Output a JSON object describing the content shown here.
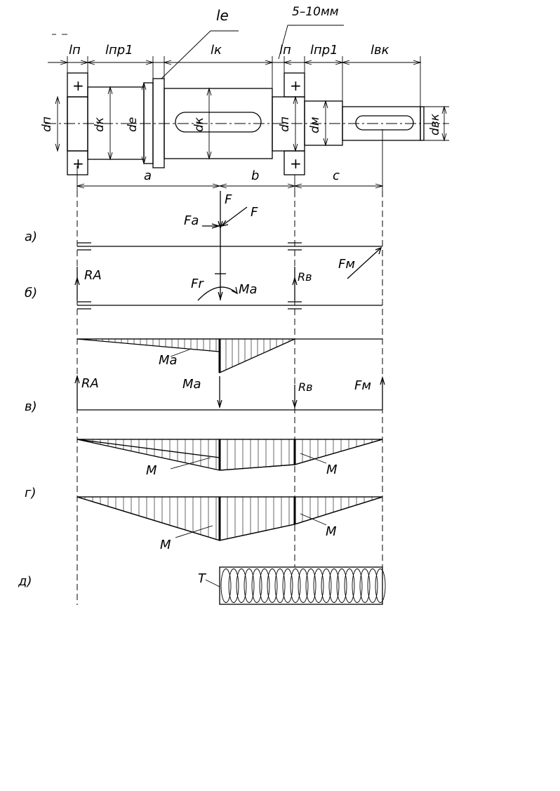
{
  "labels": {
    "l_p_left": "lп",
    "l_pr1_left": "lпр1",
    "l_e": "le",
    "l_k": "lк",
    "gap": "5–10мм",
    "l_p_right": "lп",
    "l_pr1_right": "lпр1",
    "l_vk": "lвк",
    "d_p_left": "dп",
    "d_k_left": "dк",
    "d_e": "dе",
    "d_k_mid": "dк",
    "d_p_right": "dп",
    "d_m": "dм",
    "d_vk": "dвк",
    "plus": "+",
    "span_a": "a",
    "span_b": "b",
    "span_c": "c"
  },
  "schemes": {
    "a": "а)",
    "b": "б)",
    "v": "в)",
    "g": "г)",
    "d": "д)"
  },
  "forces": {
    "F_top": "F",
    "F_side": "F",
    "Fa": "Fa",
    "Fm_a": "Fм",
    "RA_b": "RА",
    "Fr": "Fr",
    "Ma_b": "Ma",
    "RB_b": "Rв",
    "RA_v": "RА",
    "Ma_v": "Ma",
    "RB_v": "Rв",
    "Fm_v": "Fм"
  },
  "diagrams": {
    "Ma_label": "Ma",
    "M_v_left": "M",
    "M_v_right": "M",
    "M_g_left": "M",
    "M_g_right": "M",
    "T_label": "T"
  }
}
